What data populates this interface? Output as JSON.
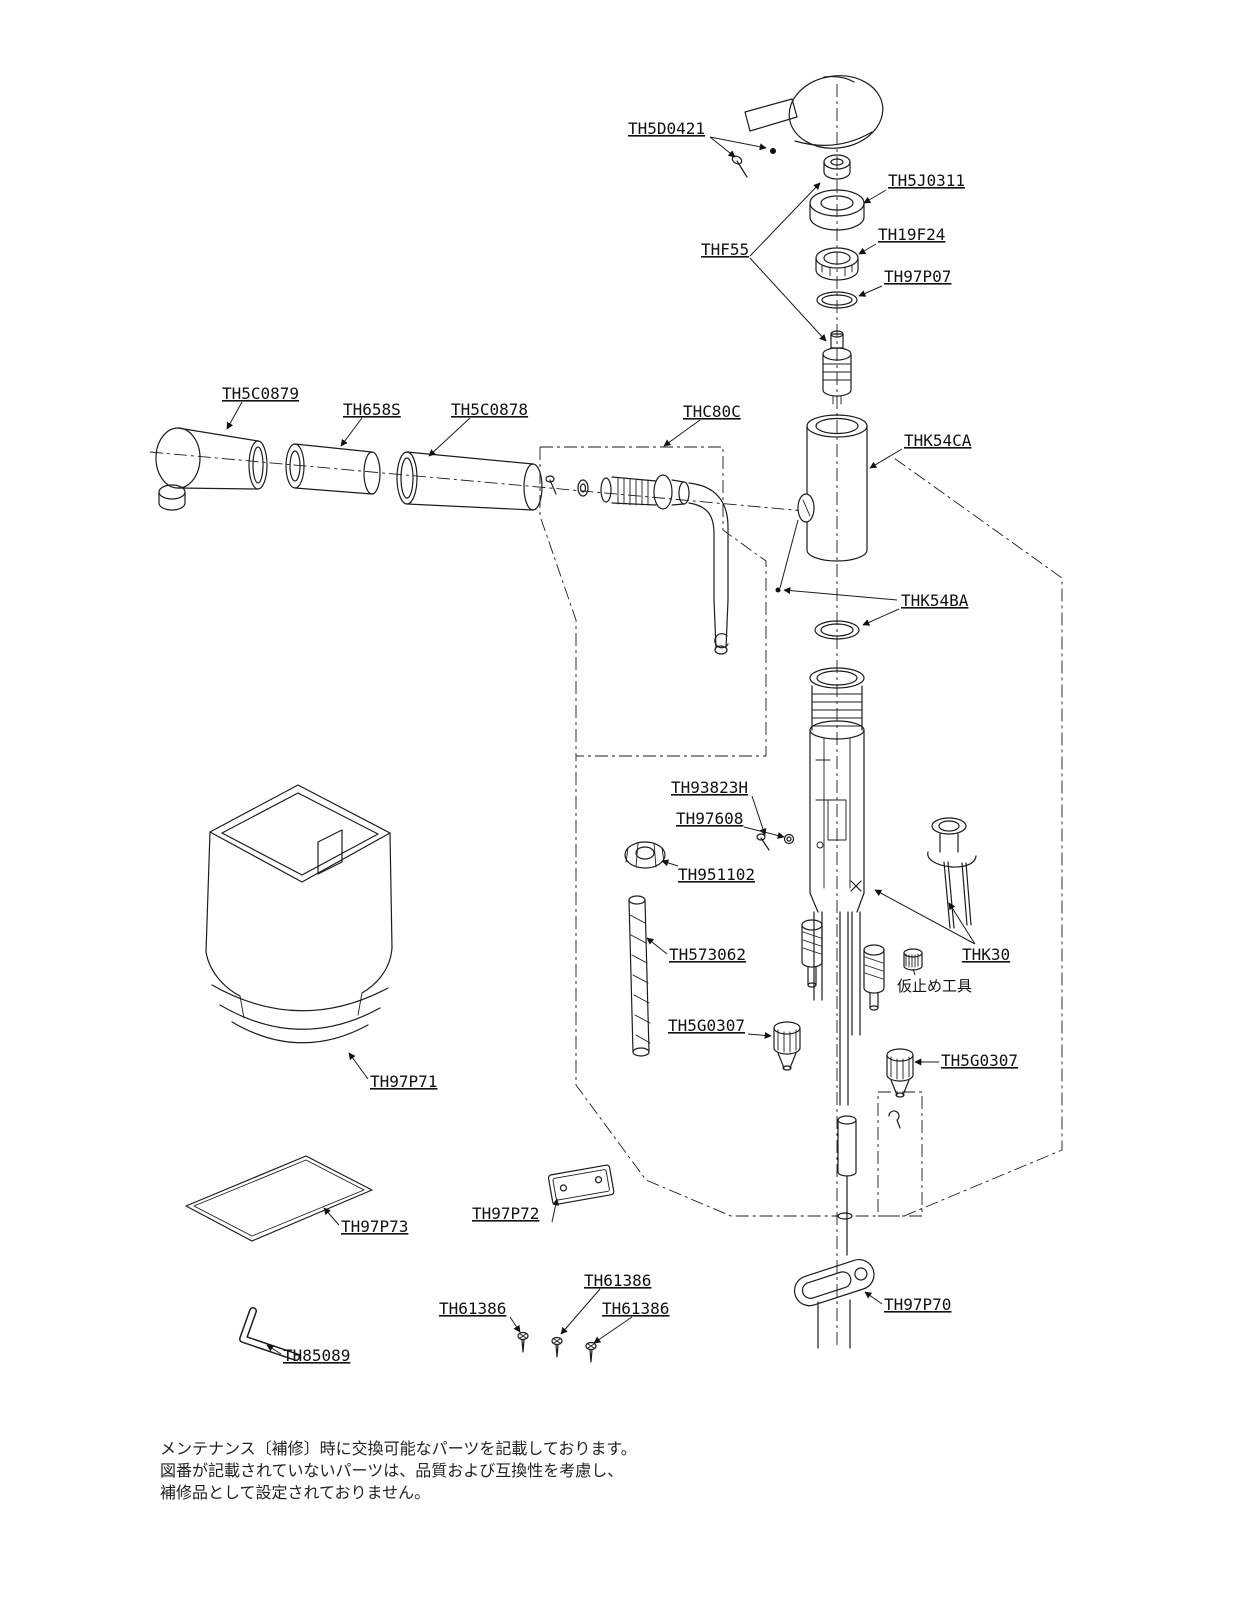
{
  "labels": [
    {
      "part": "TH5D0421",
      "text": "TH5D0421"
    },
    {
      "part": "TH5J0311",
      "text": "TH5J0311"
    },
    {
      "part": "TH19F24",
      "text": "TH19F24"
    },
    {
      "part": "TH97P07",
      "text": "TH97P07"
    },
    {
      "part": "THF55",
      "text": "THF55"
    },
    {
      "part": "TH5C0879",
      "text": "TH5C0879"
    },
    {
      "part": "TH658S",
      "text": "TH658S"
    },
    {
      "part": "TH5C0878",
      "text": "TH5C0878"
    },
    {
      "part": "THC80C",
      "text": "THC80C"
    },
    {
      "part": "THK54CA",
      "text": "THK54CA"
    },
    {
      "part": "THK54BA",
      "text": "THK54BA"
    },
    {
      "part": "TH93823H",
      "text": "TH93823H"
    },
    {
      "part": "TH97608",
      "text": "TH97608"
    },
    {
      "part": "TH951102",
      "text": "TH951102"
    },
    {
      "part": "TH573062",
      "text": "TH573062"
    },
    {
      "part": "TH5G0307",
      "text": "TH5G0307"
    },
    {
      "part": "THK30",
      "text": "THK30"
    },
    {
      "part": "temporary-fixing-tool",
      "text": "仮止め工具"
    },
    {
      "part": "TH5G0307",
      "text": "TH5G0307"
    },
    {
      "part": "TH97P71",
      "text": "TH97P71"
    },
    {
      "part": "TH97P73",
      "text": "TH97P73"
    },
    {
      "part": "TH97P72",
      "text": "TH97P72"
    },
    {
      "part": "TH61386",
      "text": "TH61386"
    },
    {
      "part": "TH61386",
      "text": "TH61386"
    },
    {
      "part": "TH61386",
      "text": "TH61386"
    },
    {
      "part": "TH85089",
      "text": "TH85089"
    },
    {
      "part": "TH97P70",
      "text": "TH97P70"
    }
  ],
  "footer": {
    "lines": [
      "メンテナンス〔補修〕時に交換可能なパーツを記載しております。",
      "図番が記載されていないパーツは、品質および互換性を考慮し、",
      "補修品として設定されておりません。"
    ]
  }
}
